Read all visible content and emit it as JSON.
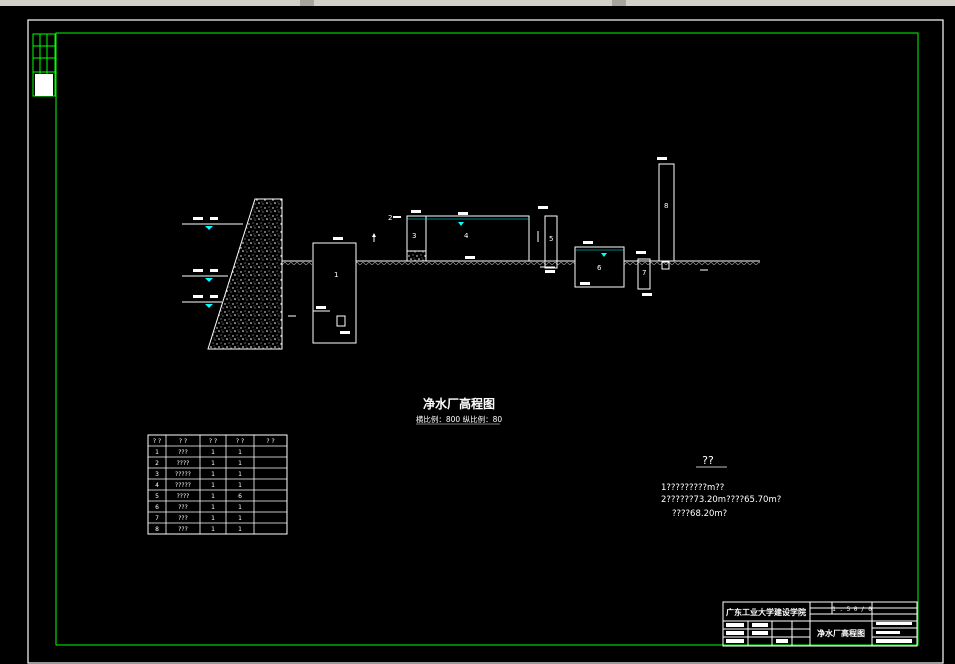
{
  "drawing": {
    "title": "净水厂高程图",
    "scale_line": "横比例：800  纵比例：80",
    "notes_heading": "??",
    "notes": [
      "1?????????m??",
      "2??????73.20m????65.70m?",
      "????68.20m?"
    ],
    "structure_labels": [
      "1",
      "2",
      "3",
      "4",
      "5",
      "6",
      "7",
      "8"
    ]
  },
  "legend_table": {
    "headers": [
      "? ?",
      "? ?",
      "? ?",
      "? ?",
      "? ?"
    ],
    "rows": [
      [
        "1",
        "???",
        "1",
        "1",
        ""
      ],
      [
        "2",
        "????",
        "1",
        "1",
        ""
      ],
      [
        "3",
        "?????",
        "1",
        "1",
        ""
      ],
      [
        "4",
        "?????",
        "1",
        "1",
        ""
      ],
      [
        "5",
        "????",
        "1",
        "6",
        ""
      ],
      [
        "6",
        "???",
        "1",
        "1",
        ""
      ],
      [
        "7",
        "???",
        "1",
        "1",
        ""
      ],
      [
        "8",
        "???",
        "1",
        "1",
        ""
      ]
    ]
  },
  "title_block": {
    "institution": "广东工业大学建设学院",
    "drawing_name": "净水厂高程图",
    "scale": "1 : 5 0 / 0"
  },
  "colors": {
    "background": "#000000",
    "frame": "#00ff00",
    "lines": "#ffffff",
    "water_level": "#00ffff"
  }
}
